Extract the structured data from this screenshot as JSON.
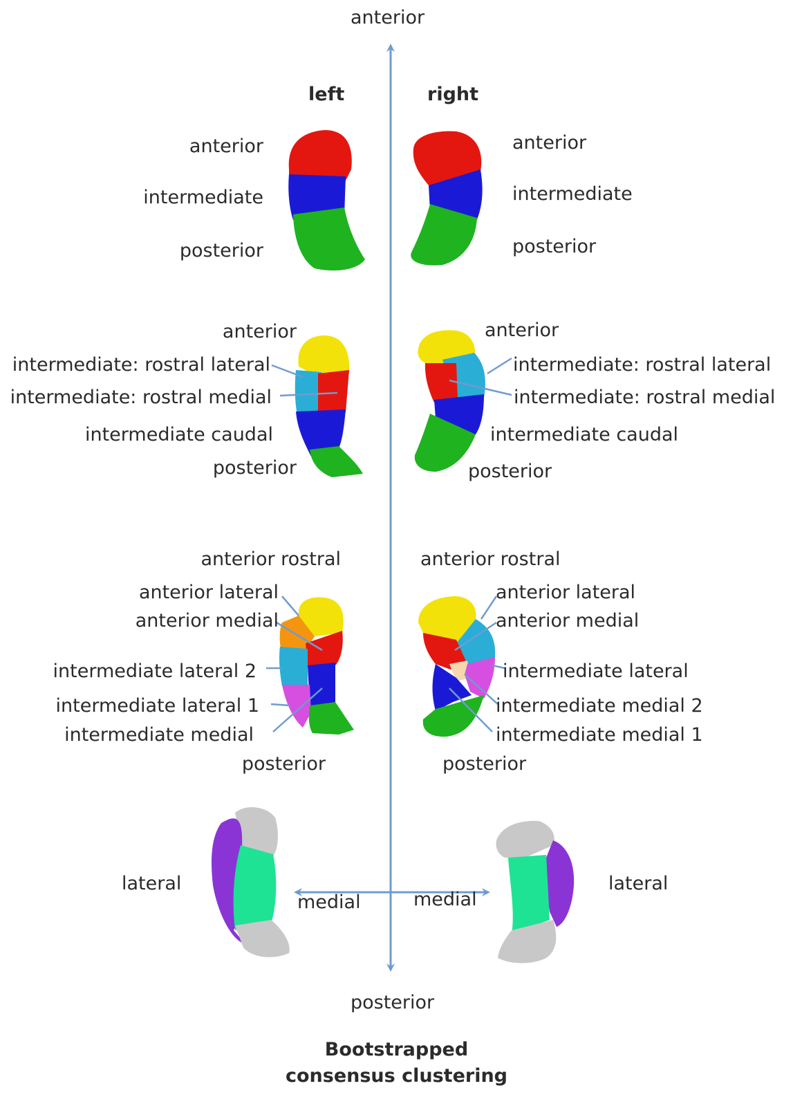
{
  "axis": {
    "top": "anterior",
    "bottom": "posterior",
    "medial_left": "medial",
    "medial_right": "medial",
    "lateral_left": "lateral",
    "lateral_right": "lateral"
  },
  "headers": {
    "left": "left",
    "right": "right"
  },
  "row1": {
    "left": [
      "anterior",
      "intermediate",
      "posterior"
    ],
    "right": [
      "anterior",
      "intermediate",
      "posterior"
    ]
  },
  "row2": {
    "left": [
      "anterior",
      "intermediate: rostral lateral",
      "intermediate: rostral medial",
      "intermediate caudal",
      "posterior"
    ],
    "right": [
      "anterior",
      "intermediate: rostral lateral",
      "intermediate: rostral medial",
      "intermediate caudal",
      "posterior"
    ]
  },
  "row3": {
    "left": [
      "anterior rostral",
      "anterior lateral",
      "anterior medial",
      "intermediate lateral 2",
      "intermediate lateral 1",
      "intermediate medial",
      "posterior"
    ],
    "right": [
      "anterior rostral",
      "anterior lateral",
      "anterior medial",
      "intermediate lateral",
      "intermediate medial 2",
      "intermediate medial 1",
      "posterior"
    ]
  },
  "caption": {
    "line1": "Bootstrapped",
    "line2": "consensus clustering"
  },
  "colors": {
    "axis": "#6f9bd1",
    "red": "#e3170f",
    "blue": "#1a1ad6",
    "green": "#1fb31f",
    "yellow": "#f2e20a",
    "cyan": "#2aaed6",
    "orange": "#f4950f",
    "magenta": "#d74fe0",
    "purple": "#8a34d6",
    "teal": "#1ee394",
    "gray": "#c8c8c8"
  }
}
